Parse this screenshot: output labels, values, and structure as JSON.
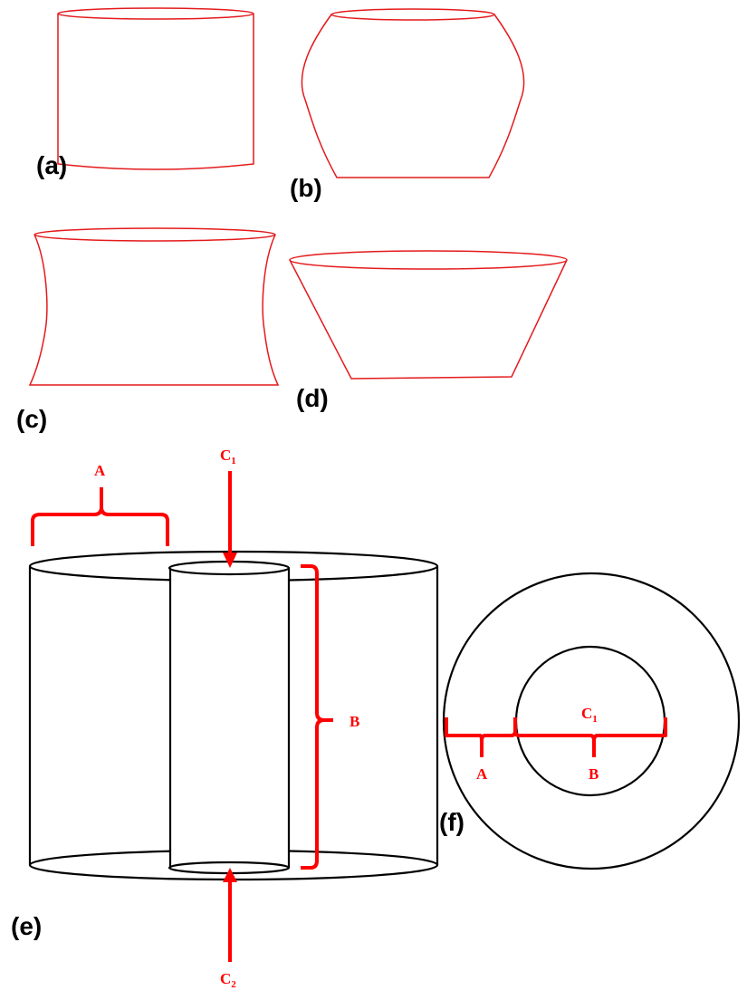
{
  "panels": {
    "a": "(a)",
    "b": "(b)",
    "c": "(c)",
    "d": "(d)",
    "e": "(e)",
    "f": "(f)"
  },
  "annotations": {
    "A": "A",
    "B": "B",
    "C1": {
      "letter": "C",
      "sub": "1"
    },
    "C2": {
      "letter": "C",
      "sub": "2"
    }
  },
  "colors": {
    "outline_shapes": "#e41a1c",
    "annotation": "#ff0000",
    "geometry": "#000000"
  }
}
